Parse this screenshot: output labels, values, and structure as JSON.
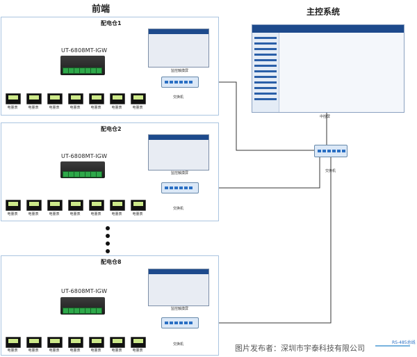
{
  "titles": {
    "front": "前端",
    "main": "主控系统"
  },
  "groups": [
    {
      "label": "配电仓1",
      "gateway_label": "UT-6808MT-IGW",
      "panel_label": "监控触摸屏",
      "switch_label": "交换机"
    },
    {
      "label": "配电仓2",
      "gateway_label": "UT-6808MT-IGW",
      "panel_label": "监控触摸屏",
      "switch_label": "交换机"
    },
    {
      "label": "配电仓8",
      "gateway_label": "UT-6808MT-IGW",
      "panel_label": "监控触摸屏",
      "switch_label": "交换机"
    }
  ],
  "meter_label": "电量表",
  "main": {
    "switch_label": "交换机",
    "switch_top_label": "中控屏"
  },
  "footer": {
    "legend": "RS-485总线",
    "credit": "图片发布者：深圳市宇泰科技有限公司"
  },
  "colors": {
    "bus_line": "#4a9ad4",
    "network_line": "#333333",
    "group_border": "#aac4e0",
    "accent": "#1d4a8c"
  }
}
